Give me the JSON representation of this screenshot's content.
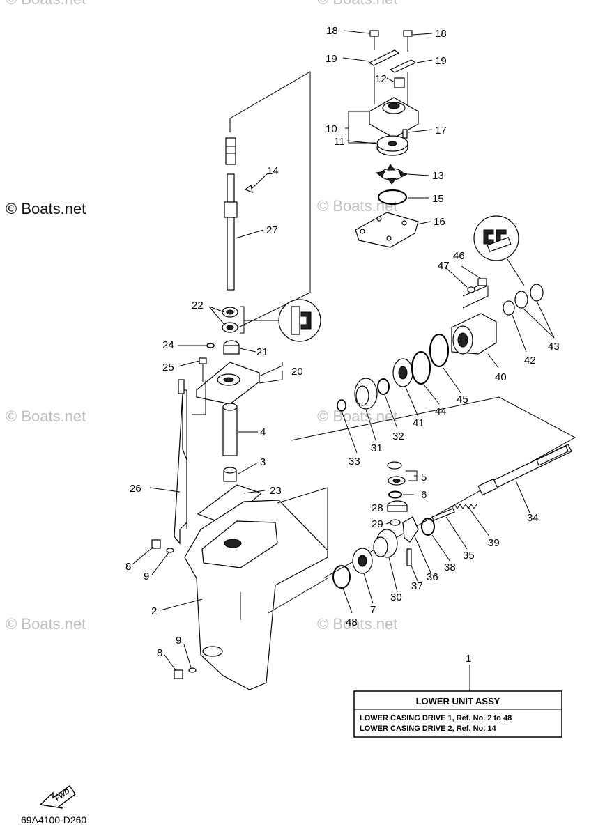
{
  "watermarks": {
    "main": "© Boats.net",
    "faint": "© Boats.net"
  },
  "callouts": [
    "1",
    "2",
    "3",
    "4",
    "5",
    "6",
    "7",
    "8",
    "8",
    "9",
    "9",
    "10",
    "11",
    "12",
    "13",
    "14",
    "15",
    "16",
    "17",
    "18",
    "18",
    "19",
    "19",
    "20",
    "21",
    "22",
    "23",
    "24",
    "25",
    "26",
    "27",
    "28",
    "29",
    "30",
    "31",
    "32",
    "33",
    "34",
    "35",
    "36",
    "37",
    "38",
    "39",
    "40",
    "41",
    "42",
    "43",
    "44",
    "45",
    "46",
    "47",
    "48"
  ],
  "info_box": {
    "title": "LOWER UNIT ASSY",
    "line1": "LOWER CASING DRIVE 1, Ref. No. 2 to 48",
    "line2": "LOWER CASING DRIVE 2, Ref. No. 14"
  },
  "fwd_label": "FWD",
  "diagram_code": "69A4100-D260"
}
